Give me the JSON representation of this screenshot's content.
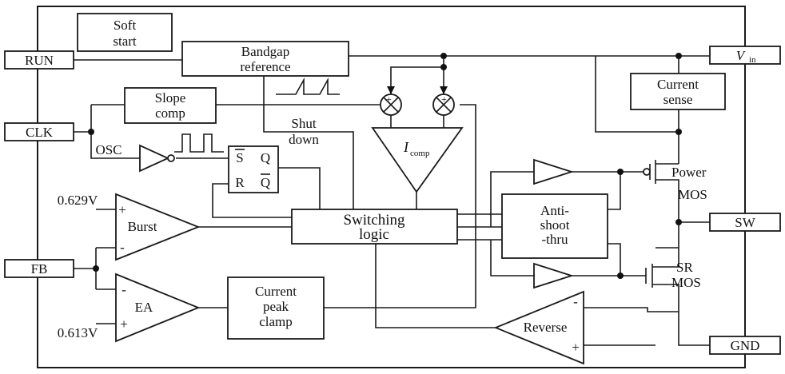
{
  "pins": {
    "run": "RUN",
    "clk": "CLK",
    "fb": "FB",
    "vin": "V",
    "vin_sub": "in",
    "sw": "SW",
    "gnd": "GND"
  },
  "blocks": {
    "soft_start": [
      "Soft",
      "start"
    ],
    "bandgap": [
      "Bandgap",
      "reference"
    ],
    "slope_comp": [
      "Slope",
      "comp"
    ],
    "shut_down": [
      "Shut",
      "down"
    ],
    "osc": "OSC",
    "latch": {
      "s": "S",
      "q": "Q",
      "r": "R",
      "qbar": "Q"
    },
    "icomp": "I",
    "icomp_sub": "comp",
    "current_sense": [
      "Current",
      "sense"
    ],
    "burst": "Burst",
    "ea": "EA",
    "switching_logic": [
      "Switching",
      "logic"
    ],
    "anti_shoot_thru": [
      "Anti-",
      "shoot",
      "-thru"
    ],
    "current_peak_clamp": [
      "Current",
      "peak",
      "clamp"
    ],
    "reverse": "Reverse",
    "power_mos": [
      "Power",
      "MOS"
    ],
    "sr_mos": [
      "SR",
      "MOS"
    ]
  },
  "voltages": {
    "burst_ref": "0.629V",
    "ea_ref": "0.613V"
  },
  "signs": {
    "plus": "+",
    "minus": "-"
  }
}
